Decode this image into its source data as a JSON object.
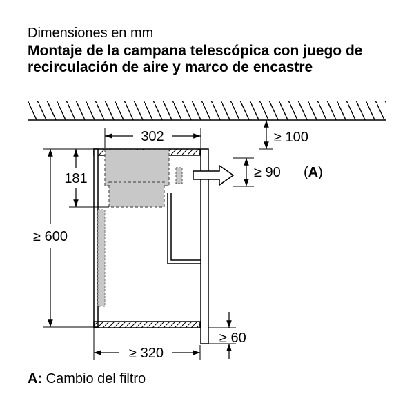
{
  "header": {
    "subtitle": "Dimensiones en mm",
    "title": "Montaje de la campana telescópica con juego de recirculación de aire y marco de encastre"
  },
  "dimensions": {
    "top_width": "302",
    "left_height": "181",
    "total_height": "≥ 600",
    "ceiling_gap": "≥ 100",
    "outlet_gap": "≥ 90",
    "outlet_label_open": "(",
    "outlet_label_letter": "A",
    "outlet_label_close": ")",
    "bottom_gap": "≥ 60",
    "bottom_width": "≥ 320"
  },
  "legend": {
    "key": "A:",
    "text": "Cambio del filtro"
  },
  "colors": {
    "filter_gray": "#c8c8c8",
    "line": "#000000"
  }
}
